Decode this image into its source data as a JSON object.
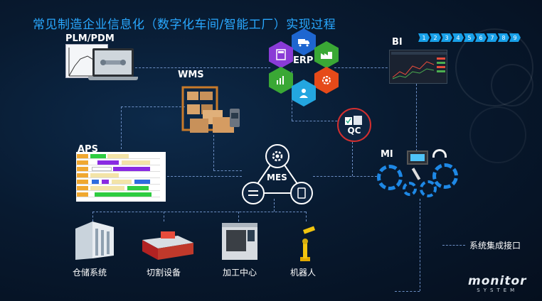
{
  "title": "常见制造企业信息化（数字化车间/智能工厂）实现过程",
  "nodes": {
    "plm": "PLM/PDM",
    "wms": "WMS",
    "erp": "ERP",
    "bi": "BI",
    "qc": "QC",
    "aps": "APS",
    "mes": "MES",
    "mi": "MI"
  },
  "bi_steps": [
    "1",
    "2",
    "3",
    "4",
    "5",
    "6",
    "7",
    "8",
    "9"
  ],
  "equipment": [
    {
      "label": "仓储系统",
      "icon": "warehouse-icon"
    },
    {
      "label": "切割设备",
      "icon": "laser-cutter-icon"
    },
    {
      "label": "加工中心",
      "icon": "cnc-machine-icon"
    },
    {
      "label": "机器人",
      "icon": "robot-arm-icon"
    }
  ],
  "legend": {
    "label": "系统集成接口"
  },
  "logo": {
    "name": "monitor",
    "sub": "SYSTEM"
  },
  "colors": {
    "title": "#29a8ff",
    "erp_hex": [
      "#1e66d0",
      "#8a3bd6",
      "#3aa835",
      "#e64a19",
      "#1aa0d8",
      "#23a6e0"
    ],
    "qc_ring": "#d32f2f",
    "mi_gear": "#1e88e5",
    "dash": "#6c8ec4"
  }
}
